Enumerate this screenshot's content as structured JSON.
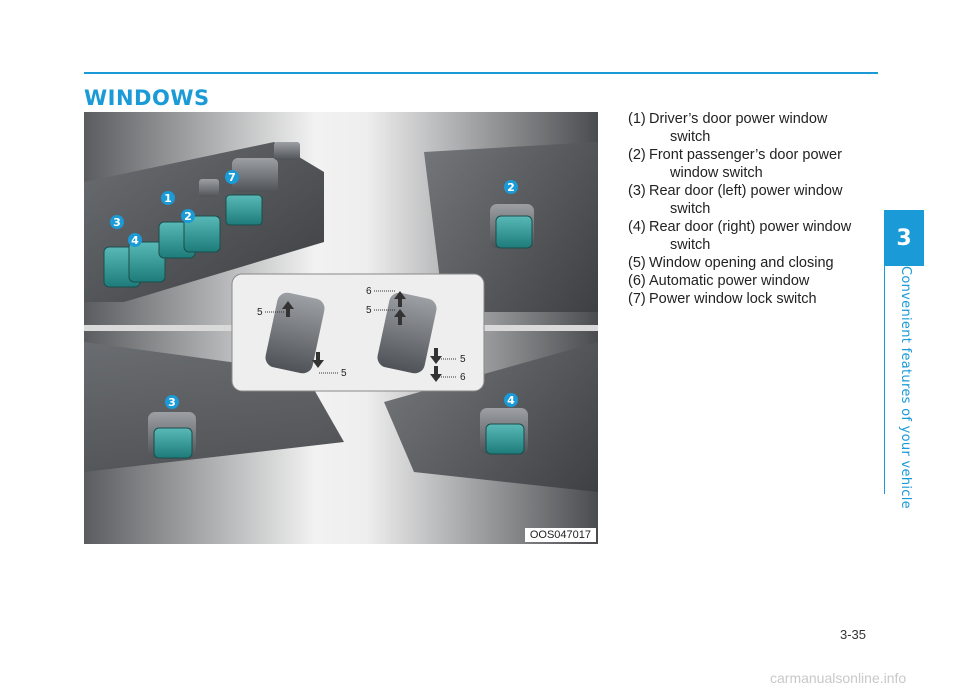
{
  "section_title": "WINDOWS",
  "figure": {
    "code": "OOS047017",
    "callouts": {
      "c1": "1",
      "c2a": "2",
      "c3a": "3",
      "c4a": "4",
      "c7": "7",
      "c2b": "2",
      "c3b": "3",
      "c4b": "4"
    },
    "inset_labels": {
      "l5a": "5",
      "l5b": "5",
      "l6a": "6",
      "l5c": "5",
      "l5d": "5",
      "l6b": "6"
    }
  },
  "legend": [
    {
      "num": "(1)",
      "line1": "Driver’s door power window",
      "line2": "switch"
    },
    {
      "num": "(2)",
      "line1": "Front passenger’s door power",
      "line2": "window switch"
    },
    {
      "num": "(3)",
      "line1": "Rear door (left) power window",
      "line2": "switch"
    },
    {
      "num": "(4)",
      "line1": "Rear door (right) power window",
      "line2": "switch"
    },
    {
      "num": "(5)",
      "line1": "Window opening and closing",
      "line2": ""
    },
    {
      "num": "(6)",
      "line1": "Automatic power window",
      "line2": ""
    },
    {
      "num": "(7)",
      "line1": "Power window lock switch",
      "line2": ""
    }
  ],
  "chapter": {
    "number": "3",
    "title": "Convenient features of your vehicle"
  },
  "page_number": "3-35",
  "watermark": "carmanualsonline.info",
  "colors": {
    "accent": "#1a9ad6",
    "switch_teal": "#2a9a98"
  }
}
